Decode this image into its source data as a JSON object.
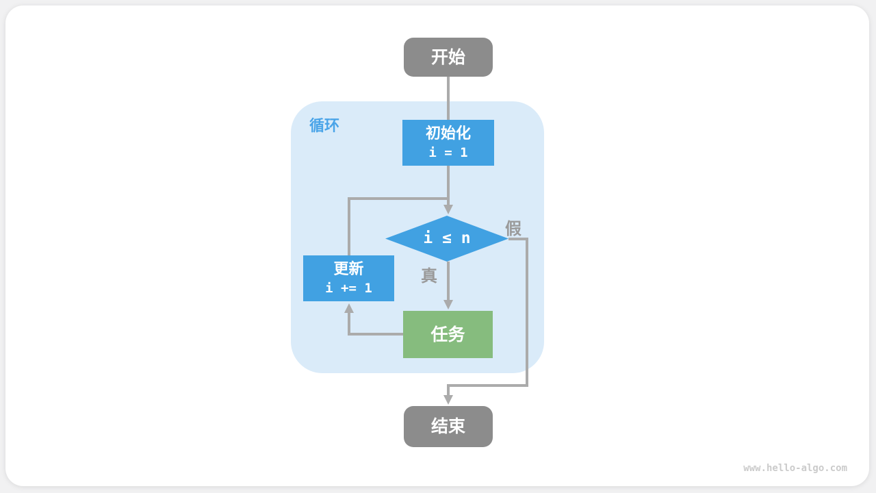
{
  "colors": {
    "canvas_bg": "#f1f1f2",
    "card_bg": "#ffffff",
    "node_blue": "#41a1e2",
    "node_green": "#86bc7e",
    "node_gray": "#8c8c8c",
    "loop_bg": "#daebf9",
    "loop_label": "#4aa4e8",
    "line": "#ababab",
    "branch_label": "#9a9a9a",
    "watermark": "#cbcbcb"
  },
  "flowchart": {
    "start_label": "开始",
    "loop_label": "循环",
    "init_title": "初始化",
    "init_code": "i = 1",
    "condition_code": "i ≤ n",
    "true_label": "真",
    "false_label": "假",
    "task_label": "任务",
    "update_title": "更新",
    "update_code": "i += 1",
    "end_label": "结束"
  },
  "footer": {
    "watermark": "www.hello-algo.com"
  }
}
